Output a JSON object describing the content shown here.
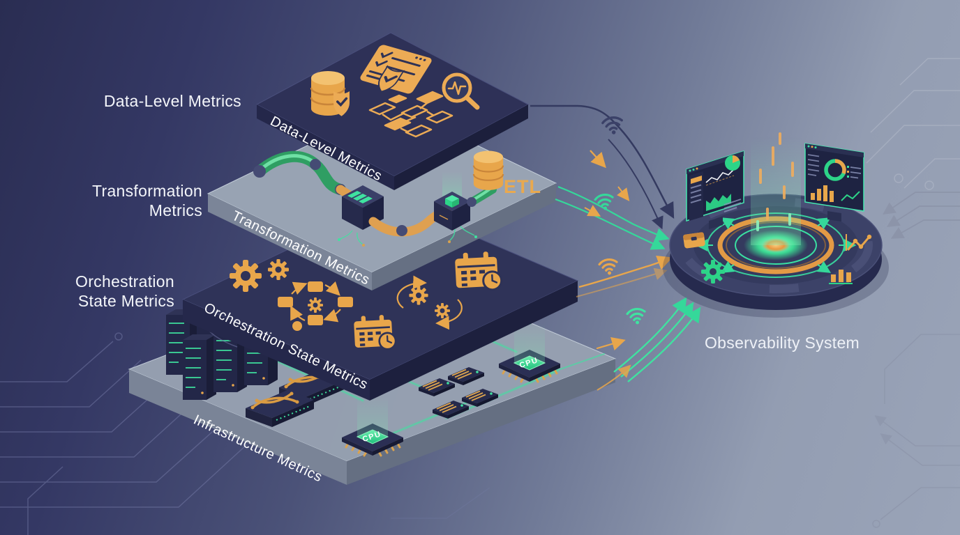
{
  "layers": [
    {
      "id": "data-level",
      "left_label_lines": [
        "Data-Level Metrics"
      ],
      "edge_label": "Data-Level Metrics",
      "icons": [
        "database-shield-icon",
        "checklist-shield-icon",
        "search-pulse-icon",
        "flowchart-icon"
      ]
    },
    {
      "id": "transformation",
      "left_label_lines": [
        "Transformation",
        "Metrics"
      ],
      "edge_label": "Transformation Metrics",
      "icons": [
        "green-pipe-icon",
        "processor-box-icon",
        "orange-pipe-icon",
        "etl-database-icon"
      ]
    },
    {
      "id": "orchestration",
      "left_label_lines": [
        "Orchestration",
        "State Metrics"
      ],
      "edge_label": "Orchestration State Metrics",
      "icons": [
        "gears-icon",
        "workflow-dag-icon",
        "calendar-clock-icon",
        "gear-cycle-icon"
      ]
    },
    {
      "id": "infrastructure",
      "left_label_lines": [],
      "edge_label": "Infrastructure Metrics",
      "icons": [
        "server-rack-icon",
        "network-switch-icon",
        "cpu-chip-icon",
        "ram-module-icon",
        "wifi-signal-icon"
      ]
    }
  ],
  "hub": {
    "label": "Observability System",
    "icons": [
      "dashboard-screen-icon",
      "radar-ring-icon",
      "briefcase-icon",
      "gear-icon",
      "trend-line-icon",
      "bar-chart-icon"
    ]
  },
  "annotations": {
    "etl": "ETL",
    "cpu": "CPU"
  },
  "colors": {
    "background_dark": "#2a2d52",
    "background_light": "#9aa4b8",
    "navy_slab_top": "#2e3157",
    "gray_slab_top": "#98a3b3",
    "accent_orange": "#e8a64b",
    "accent_green": "#35d89a",
    "teal_ring": "#3ae0a2",
    "label_white": "#f4f6fa"
  }
}
